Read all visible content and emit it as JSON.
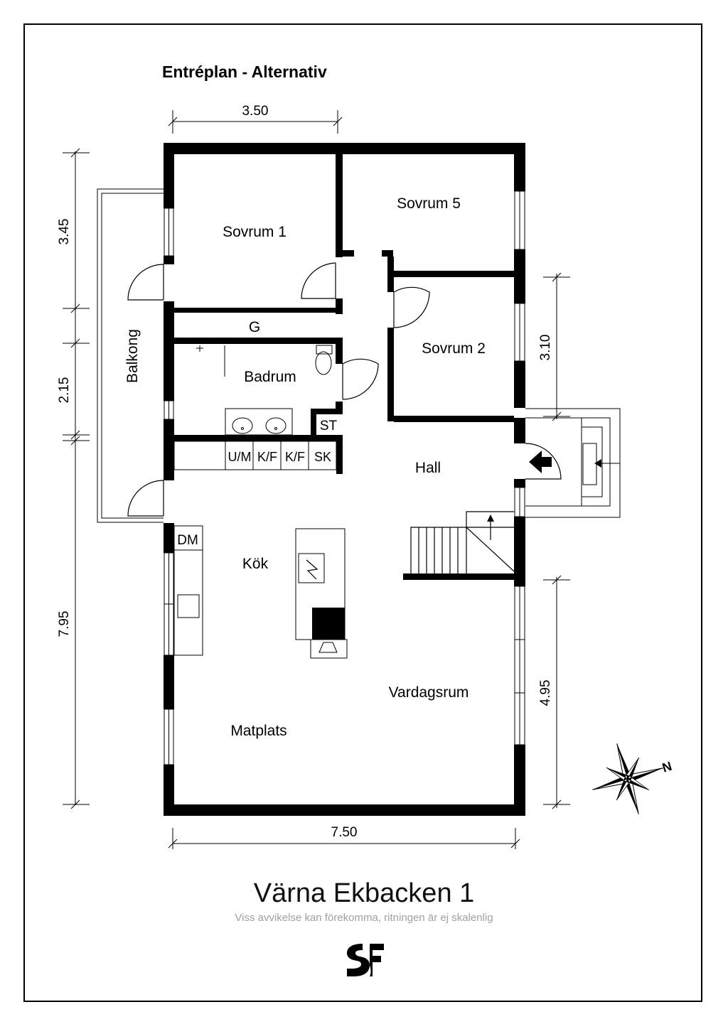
{
  "plan": {
    "title": "Entréplan - Alternativ",
    "rooms": {
      "sovrum1": "Sovrum 1",
      "sovrum5": "Sovrum 5",
      "sovrum2": "Sovrum 2",
      "garderob": "G",
      "badrum": "Badrum",
      "balkong": "Balkong",
      "st": "ST",
      "um": "U/M",
      "kf1": "K/F",
      "kf2": "K/F",
      "sk": "SK",
      "hall": "Hall",
      "dm": "DM",
      "kok": "Kök",
      "vardagsrum": "Vardagsrum",
      "matplats": "Matplats"
    },
    "dimensions": {
      "top": "3.50",
      "bottom": "7.50",
      "left_top": "3.45",
      "left_mid": "2.15",
      "left_bottom": "7.95",
      "right_top": "3.10",
      "right_bottom": "4.95"
    },
    "compass_label": "N"
  },
  "footer": {
    "property_name": "Värna Ekbacken 1",
    "disclaimer": "Viss avvikelse kan förekomma, ritningen är ej skalenlig"
  },
  "colors": {
    "wall": "#000000",
    "disclaimer": "#a0a0a0"
  }
}
